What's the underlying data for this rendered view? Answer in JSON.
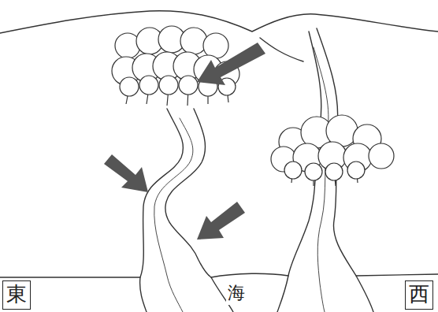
{
  "diagram": {
    "nodes": [
      {
        "text": [
          "東"
        ]
      },
      {
        "text": [
          "西"
        ]
      }
    ],
    "labels": [
      "海"
    ]
  }
}
